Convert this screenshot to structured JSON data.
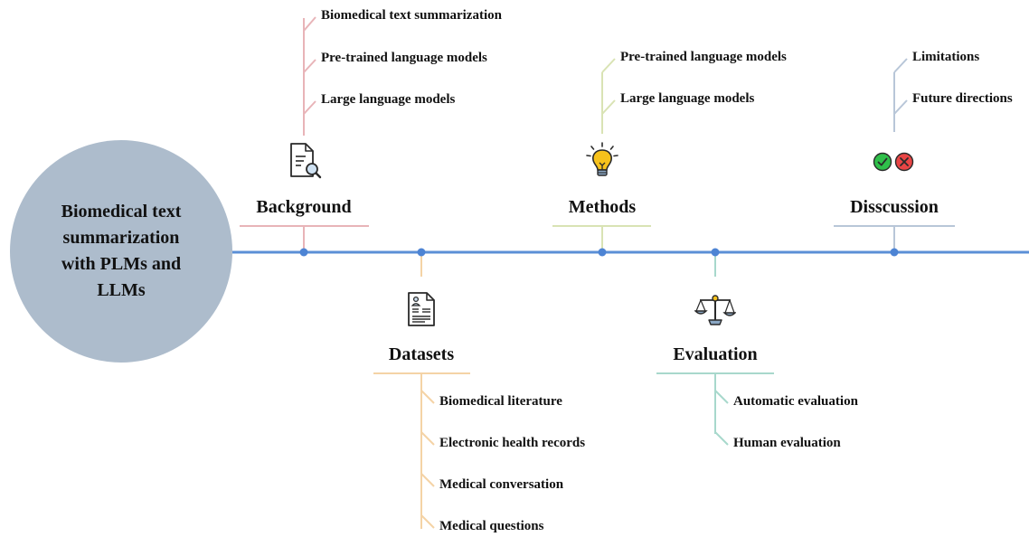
{
  "hub": {
    "label": "Biomedical text summarization with PLMs and LLMs"
  },
  "colors": {
    "timeline": "#5b8fd6",
    "hub": "#adbccc",
    "background": "#e8b4b8",
    "datasets": "#f4d3a6",
    "methods": "#d9e3b4",
    "evaluation": "#a8d8cc",
    "discussion": "#b8c6d8"
  },
  "sections": {
    "background": {
      "title": "Background",
      "icon": "document-search-icon",
      "items": [
        "Biomedical text summarization",
        "Pre-trained language models",
        "Large language models"
      ]
    },
    "datasets": {
      "title": "Datasets",
      "icon": "report-document-icon",
      "items": [
        "Biomedical literature",
        "Electronic health records",
        "Medical conversation",
        "Medical questions"
      ]
    },
    "methods": {
      "title": "Methods",
      "icon": "lightbulb-icon",
      "items": [
        "Pre-trained language models",
        "Large language models"
      ]
    },
    "evaluation": {
      "title": "Evaluation",
      "icon": "balance-scale-icon",
      "items": [
        "Automatic evaluation",
        "Human evaluation"
      ]
    },
    "discussion": {
      "title": "Disscussion",
      "icon": "check-cross-icon",
      "items": [
        "Limitations",
        "Future directions"
      ]
    }
  }
}
